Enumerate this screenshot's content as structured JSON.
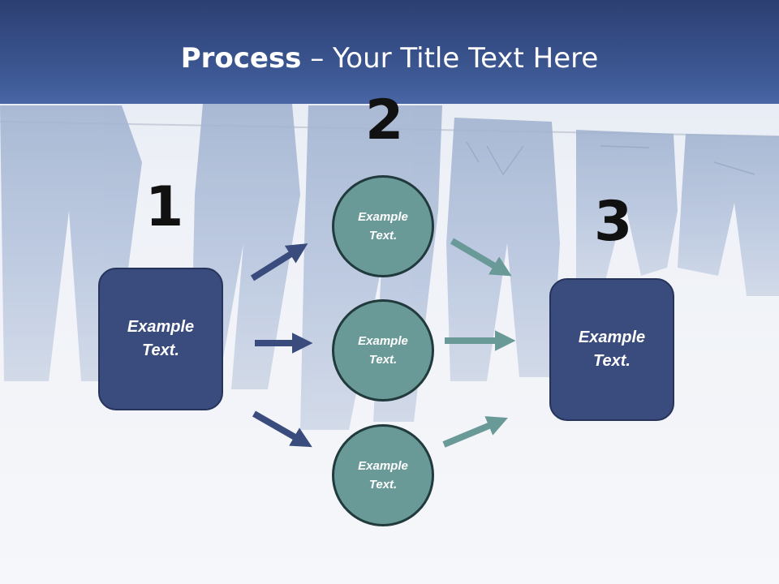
{
  "slide": {
    "title_bold": "Process",
    "title_rest": " – Your Title Text Here",
    "numbers": [
      "1",
      "2",
      "3"
    ],
    "left_box": {
      "text_line1": "Example",
      "text_line2": "Text."
    },
    "circles": [
      {
        "text_line1": "Example",
        "text_line2": "Text."
      },
      {
        "text_line1": "Example",
        "text_line2": "Text."
      },
      {
        "text_line1": "Example",
        "text_line2": "Text."
      }
    ],
    "right_box": {
      "text_line1": "Example",
      "text_line2": "Text."
    }
  },
  "colors": {
    "header_blue": "#3f5b98",
    "box_fill": "#3a4c7d",
    "circle_fill": "#6a9a98",
    "arrow_blue": "#3a4c7d",
    "arrow_teal": "#6a9a98"
  }
}
